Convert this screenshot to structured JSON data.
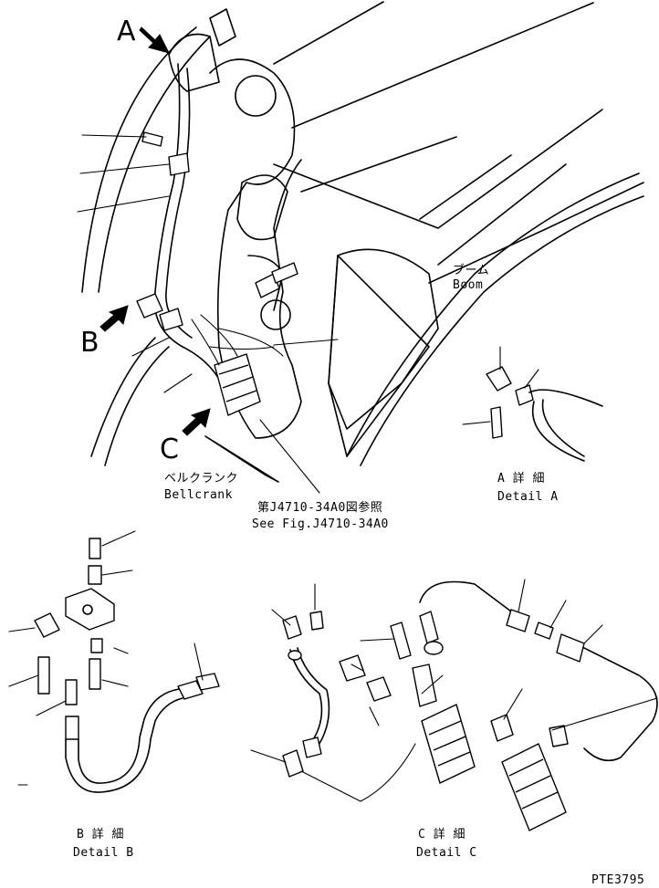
{
  "callouts": {
    "a": "A",
    "b": "B",
    "c": "C"
  },
  "labels": {
    "boom_jp": "ブーム",
    "boom_en": "Boom",
    "bellcrank_jp": "ベルクランク",
    "bellcrank_en": "Bellcrank",
    "ref_jp": "第J4710-34A0図参照",
    "ref_en": "See Fig.J4710-34A0",
    "detail_a_jp": "A 詳 細",
    "detail_a_en": "Detail A",
    "detail_b_jp": "B 詳 細",
    "detail_b_en": "Detail B",
    "detail_c_jp": "C 詳 細",
    "detail_c_en": "Detail C",
    "drawing_no": "PTE3795"
  }
}
